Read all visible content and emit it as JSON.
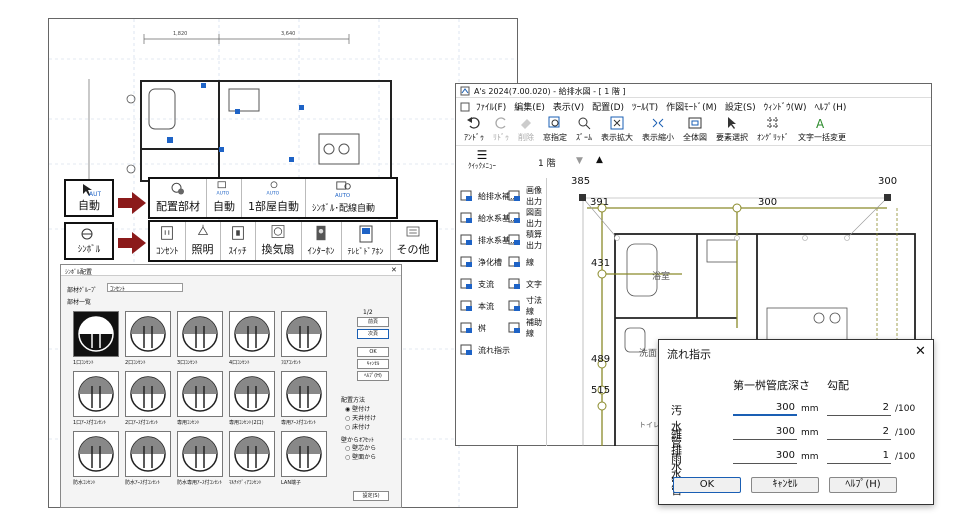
{
  "cad_left": {
    "dim_top_left": "1,820",
    "dim_top_right": "3,640"
  },
  "toolbar_auto": {
    "head_label": "自動",
    "head_sub": "AUTO",
    "buttons": [
      "配置部材",
      "自動",
      "1部屋自動",
      "ｼﾝﾎﾞﾙ･配線自動"
    ],
    "auto_sub": "AUTO"
  },
  "toolbar_symbol": {
    "head_label": "ｼﾝﾎﾞﾙ",
    "buttons": [
      "ｺﾝｾﾝﾄ",
      "照明",
      "ｽｲｯﾁ",
      "換気扇",
      "ｲﾝﾀｰﾎﾝ",
      "ﾃﾚﾋﾞﾄﾞｱﾎﾝ",
      "その他"
    ]
  },
  "place_dialog": {
    "title": "ｼﾝﾎﾞﾙ配置",
    "group_label": "部材ｸﾞﾙｰﾌﾟ",
    "group_value": "ｺﾝｾﾝﾄ",
    "list_label": "部材一覧",
    "page": "1/2",
    "btn_prev": "前頁",
    "btn_next": "次頁",
    "btn_ok": "OK",
    "btn_cancel": "ｷｬﾝｾﾙ",
    "btn_help": "ﾍﾙﾌﾟ(H)",
    "method_label": "配置方法",
    "methods": [
      "壁付け",
      "天井付け",
      "床付け"
    ],
    "offset_label": "壁からｵﾌｾｯﾄ",
    "offsets": [
      "壁芯から",
      "壁面から"
    ],
    "btn_settings": "設定(S)",
    "items": [
      "1口ｺﾝｾﾝﾄ",
      "2口ｺﾝｾﾝﾄ",
      "3口ｺﾝｾﾝﾄ",
      "4口ｺﾝｾﾝﾄ",
      "ﾌﾛｱｺﾝｾﾝﾄ",
      "1口ｱｰｽ付ｺﾝｾﾝﾄ",
      "2口ｱｰｽ付ｺﾝｾﾝﾄ",
      "専用ｺﾝｾﾝﾄ",
      "専用ｺﾝｾﾝﾄ(2口)",
      "専用ｱｰｽ付ｺﾝｾﾝﾄ",
      "防水ｺﾝｾﾝﾄ",
      "防水ｱｰｽ付ｺﾝｾﾝﾄ",
      "防水専用ｱｰｽ付ｺﾝｾﾝﾄ",
      "ﾏﾙﾁﾒﾃﾞｨｱｺﾝｾﾝﾄ",
      "LAN端子"
    ]
  },
  "app": {
    "title": "A's 2024(7.00.020) - 給排水図 - [ 1 階 ]",
    "menu": [
      "ﾌｧｲﾙ(F)",
      "編集(E)",
      "表示(V)",
      "配置(D)",
      "ﾂｰﾙ(T)",
      "作図ﾓｰﾄﾞ(M)",
      "設定(S)",
      "ｳｨﾝﾄﾞｳ(W)",
      "ﾍﾙﾌﾟ(H)"
    ],
    "ribbon": [
      "ｱﾝﾄﾞｩ",
      "ﾘﾄﾞｩ",
      "削除",
      "窓指定",
      "ｽﾞｰﾑ",
      "表示拡大",
      "表示縮小",
      "全体図",
      "要素選択",
      "ｵﾝｸﾞﾘｯﾄﾞ",
      "文字一括変更"
    ],
    "quick_menu": "ｸｲｯｸﾒﾆｭｰ",
    "floor": "1 階",
    "side": [
      [
        "給排水補...",
        "画像出力"
      ],
      [
        "給水系基...",
        "図面出力"
      ],
      [
        "排水系基...",
        "積算出力"
      ],
      [
        "浄化槽",
        "線"
      ],
      [
        "支流",
        "文字"
      ],
      [
        "本流",
        "寸法線"
      ],
      [
        "桝",
        "補助線"
      ],
      [
        "流れ指示",
        ""
      ]
    ],
    "dims": [
      "385",
      "300",
      "391",
      "300",
      "431",
      "489",
      "515"
    ],
    "room_labels": [
      "浴室",
      "洗面",
      "トイレ"
    ]
  },
  "flow_dialog": {
    "title": "流れ指示",
    "col1": "第一桝管底深さ",
    "col2": "勾配",
    "rows": [
      {
        "label": "汚水管",
        "depth": "300",
        "unit": "mm",
        "slope": "2",
        "per": "/100"
      },
      {
        "label": "雑排水管",
        "depth": "300",
        "unit": "mm",
        "slope": "2",
        "per": "/100"
      },
      {
        "label": "雨水管",
        "depth": "300",
        "unit": "mm",
        "slope": "1",
        "per": "/100"
      }
    ],
    "btn_ok": "OK",
    "btn_cancel": "ｷｬﾝｾﾙ",
    "btn_help": "ﾍﾙﾌﾟ(H)"
  },
  "colors": {
    "accent_arrow": "#8b1a1a",
    "blue": "#1a5fb4",
    "olive": "#8a8a2a",
    "auto_blue": "#1e63c6"
  }
}
